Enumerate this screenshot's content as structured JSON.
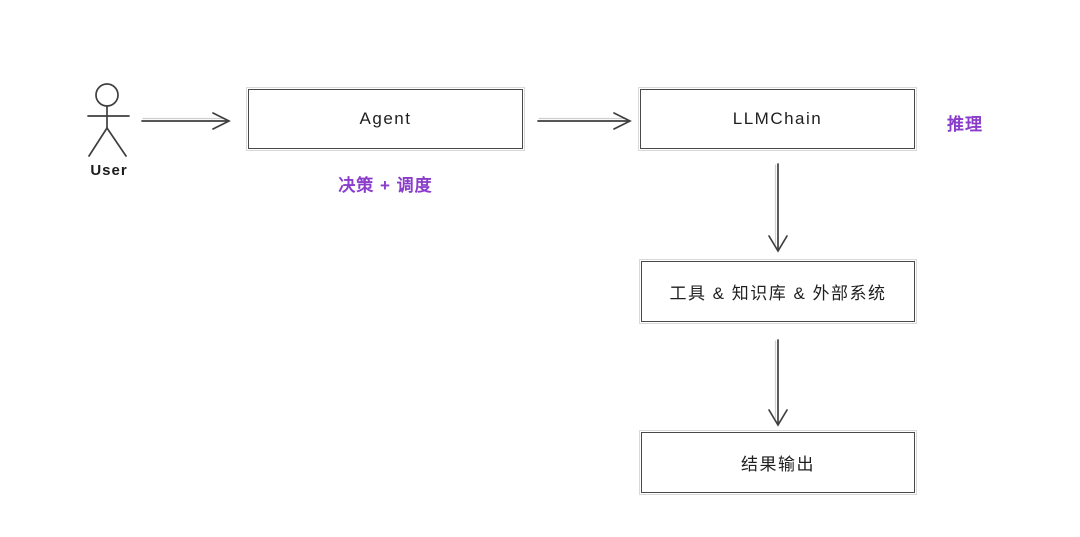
{
  "diagram": {
    "actor": {
      "label": "User"
    },
    "nodes": {
      "agent": {
        "label": "Agent"
      },
      "llmchain": {
        "label": "LLMChain"
      },
      "tools": {
        "label": "工具 & 知识库 & 外部系统"
      },
      "output": {
        "label": "结果输出"
      }
    },
    "annotations": {
      "decision": {
        "label": "决策 + 调度"
      },
      "reasoning": {
        "label": "推理"
      }
    },
    "colors": {
      "accent_purple": "#8a3dcb",
      "stroke_dark": "#3f3f3f",
      "stroke_light": "#d9d9d9",
      "text": "#1f1f1f",
      "background": "#ffffff"
    }
  }
}
